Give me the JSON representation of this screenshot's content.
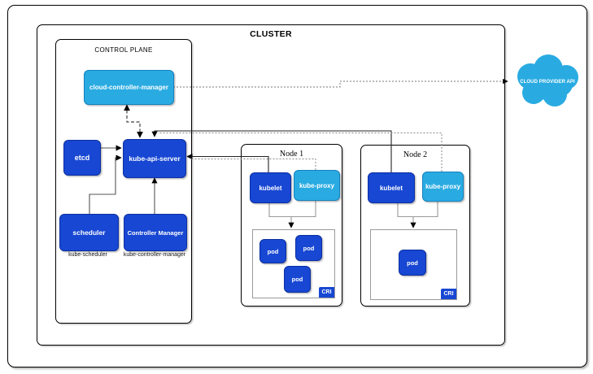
{
  "cluster": {
    "label": "CLUSTER"
  },
  "control_plane": {
    "label": "CONTROL PLANE",
    "cloud_controller_manager": "cloud-controller-manager",
    "etcd": "etcd",
    "kube_api_server": "kube-api-server",
    "scheduler": "scheduler",
    "controller_manager": "Controller Manager",
    "scheduler_sublabel": "kube-scheduler",
    "controller_manager_sublabel": "kube-controller-manager"
  },
  "nodes": [
    {
      "title": "Node 1",
      "kubelet": "kubelet",
      "kube_proxy": "kube-proxy",
      "cri": "CRI",
      "pods": [
        "pod",
        "pod",
        "pod"
      ]
    },
    {
      "title": "Node 2",
      "kubelet": "kubelet",
      "kube_proxy": "kube-proxy",
      "cri": "CRI",
      "pods": [
        "pod"
      ]
    }
  ],
  "cloud_provider": {
    "label": "CLOUD PROVIDER API"
  },
  "colors": {
    "component_blue": "#1747d3",
    "accent_cyan": "#29abe2",
    "solid_line": "#222222",
    "gray_line": "#999999",
    "dotted_line": "#888888",
    "border_black": "#000000"
  }
}
